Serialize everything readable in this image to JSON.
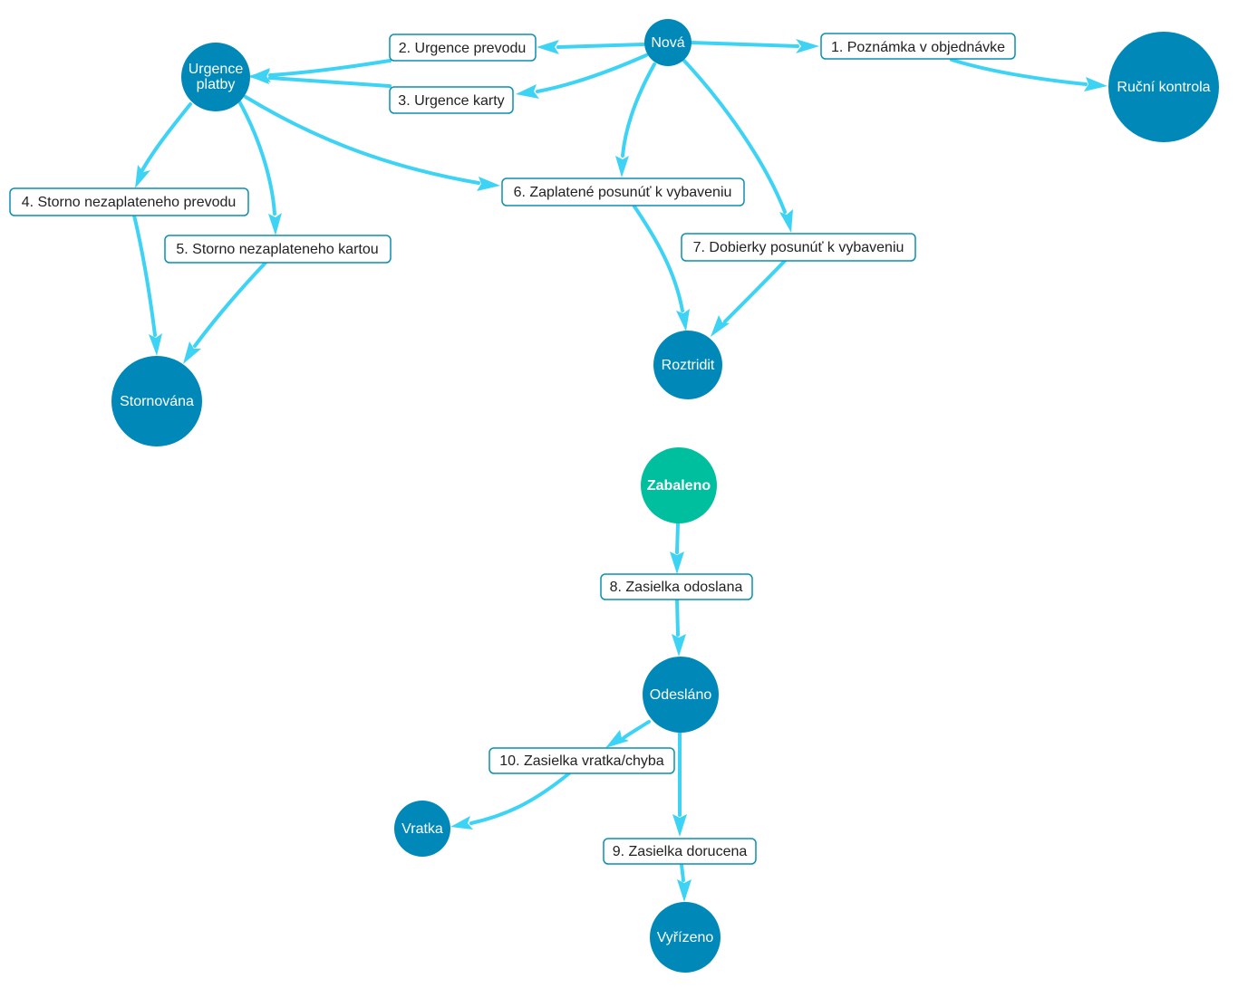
{
  "colors": {
    "state": "#0089b8",
    "start_state": "#00bf9f",
    "edge": "#3dd3f5",
    "label_border": "#0a8fb5"
  },
  "states": {
    "nova": "Nová",
    "urgence_platby_1": "Urgence",
    "urgence_platby_2": "platby",
    "rucni_kontrola": "Ruční kontrola",
    "stornovana": "Stornována",
    "roztridit": "Roztridit",
    "zabaleno": "Zabaleno",
    "odeslano": "Odesláno",
    "vratka": "Vratka",
    "vyrizeno": "Vyřízeno"
  },
  "transitions": {
    "t1": "1. Poznámka v objednávke",
    "t2": "2. Urgence prevodu",
    "t3": "3. Urgence karty",
    "t4": "4. Storno nezaplateneho prevodu",
    "t5": "5. Storno nezaplateneho kartou",
    "t6": "6. Zaplatené posunúť k vybaveniu",
    "t7": "7. Dobierky posunúť k vybaveniu",
    "t8": "8. Zasielka odoslana",
    "t9": "9. Zasielka dorucena",
    "t10": "10. Zasielka vratka/chyba"
  }
}
